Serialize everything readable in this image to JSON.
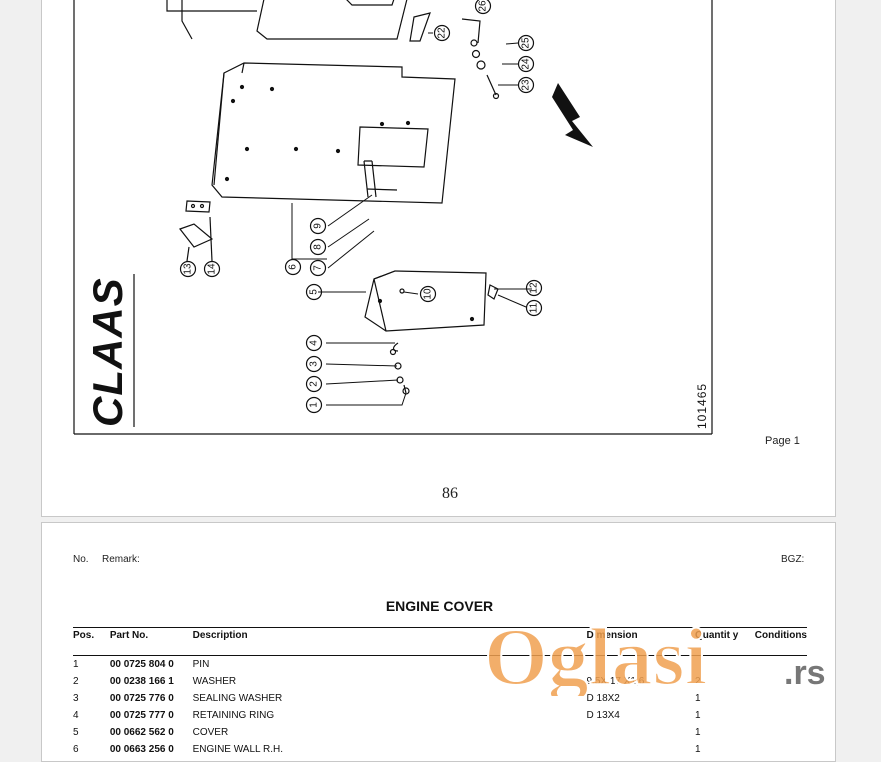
{
  "page1": {
    "brand": "CLAAS",
    "drawing_number": "101465",
    "page_label": "Page 1",
    "page_number": "86",
    "callouts": [
      "1",
      "2",
      "3",
      "4",
      "5",
      "6",
      "7",
      "8",
      "9",
      "10",
      "11",
      "12",
      "13",
      "14",
      "22",
      "23",
      "24",
      "25",
      "26"
    ]
  },
  "page2": {
    "no_label": "No.",
    "remark_label": "Remark:",
    "bgz_label": "BGZ:",
    "title": "ENGINE COVER",
    "columns": {
      "pos": "Pos.",
      "part_no": "Part No.",
      "description": "Description",
      "dimension": "Dimension",
      "quantity": "Quantit y",
      "conditions": "Conditions"
    },
    "rows": [
      {
        "pos": "1",
        "part_no": "00 0725 804 0",
        "description": "PIN",
        "dimension": "",
        "quantity": ""
      },
      {
        "pos": "2",
        "part_no": "00 0238 166 1",
        "description": "WASHER",
        "dimension": "9.5X 17 X1,6",
        "quantity": "2"
      },
      {
        "pos": "3",
        "part_no": "00 0725 776 0",
        "description": "SEALING WASHER",
        "dimension": "D 18X2",
        "quantity": "1"
      },
      {
        "pos": "4",
        "part_no": "00 0725 777 0",
        "description": "RETAINING RING",
        "dimension": "D 13X4",
        "quantity": "1"
      },
      {
        "pos": "5",
        "part_no": "00 0662 562 0",
        "description": "COVER",
        "dimension": "",
        "quantity": "1"
      },
      {
        "pos": "6",
        "part_no": "00 0663 256 0",
        "description": "ENGINE WALL R.H.",
        "dimension": "",
        "quantity": "1"
      }
    ]
  },
  "watermark": {
    "text": "Oglasi",
    "suffix": ".rs",
    "color": "#f0a050"
  }
}
